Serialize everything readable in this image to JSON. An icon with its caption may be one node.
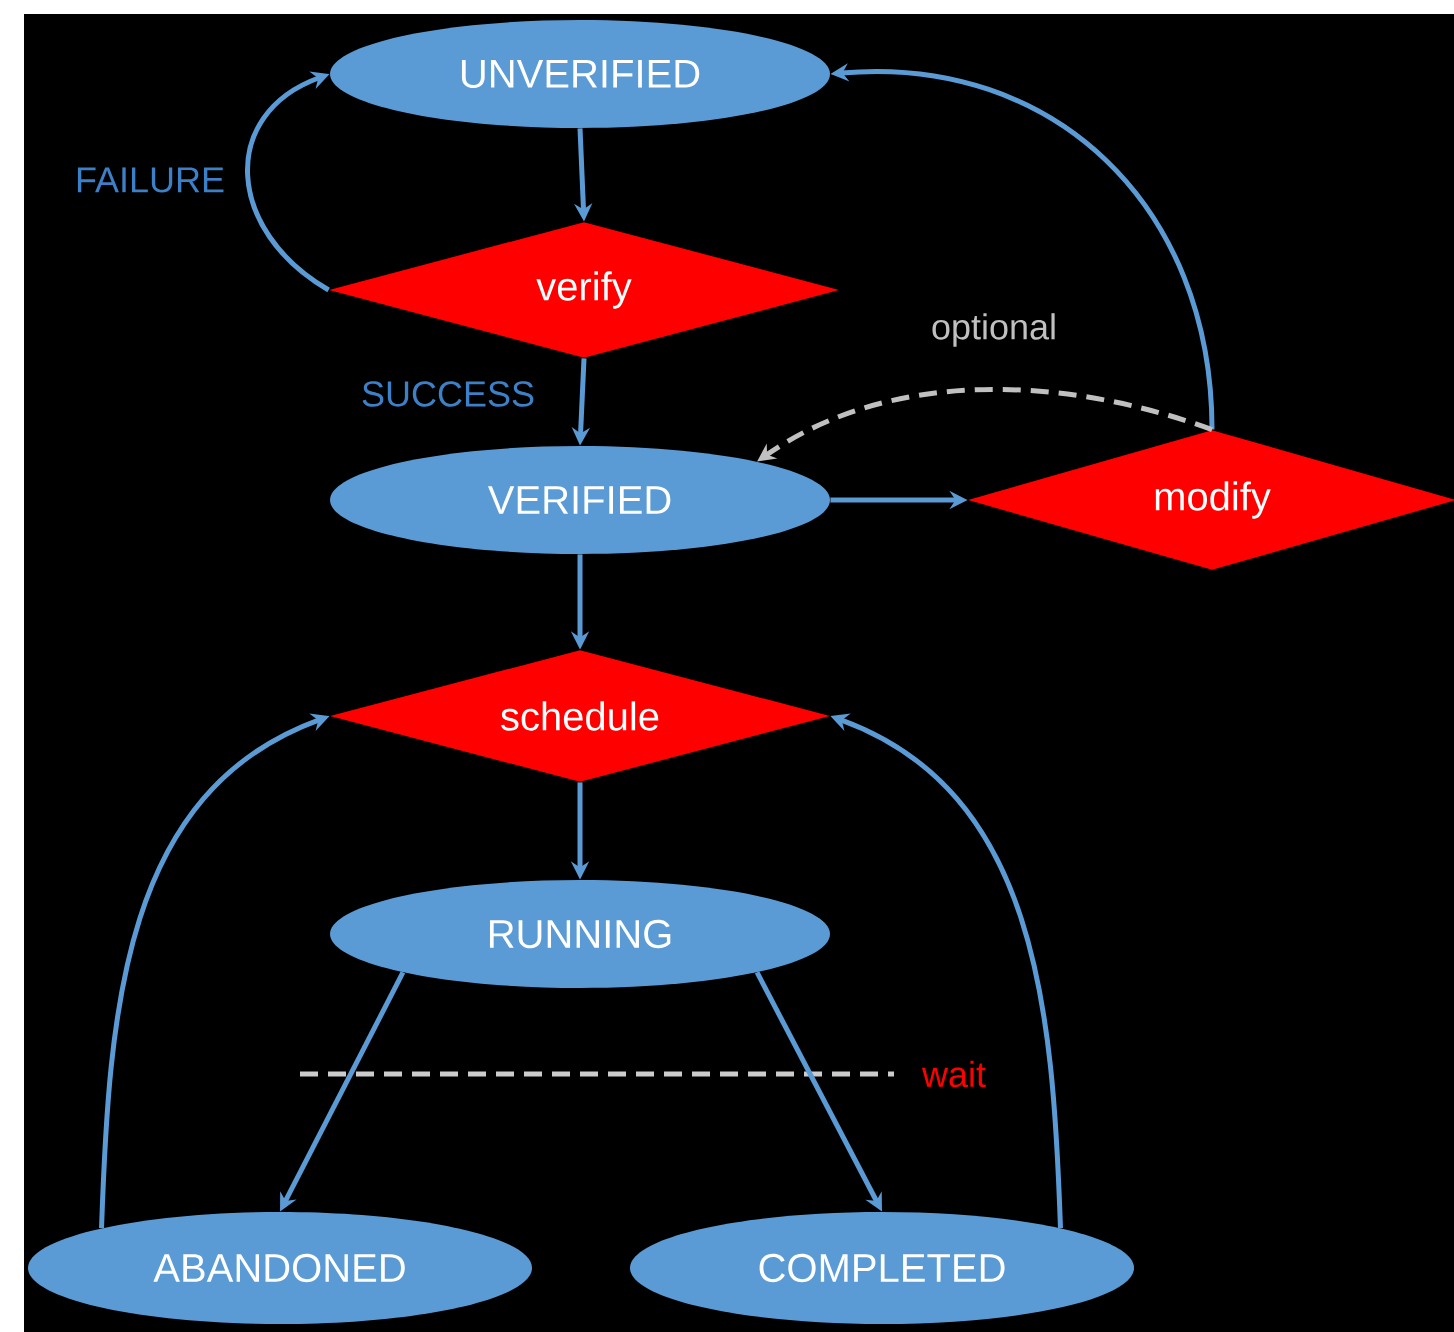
{
  "diagram": {
    "nodes": [
      {
        "text": [
          "UNVERIFIED"
        ]
      },
      {
        "text": [
          "verify"
        ]
      },
      {
        "text": [
          "VERIFIED"
        ]
      },
      {
        "text": [
          "modify"
        ]
      },
      {
        "text": [
          "schedule"
        ]
      },
      {
        "text": [
          "RUNNING"
        ]
      },
      {
        "text": [
          "ABANDONED"
        ]
      },
      {
        "text": [
          "COMPLETED"
        ]
      }
    ],
    "edges": [
      {
        "from": 0,
        "to": 1,
        "arrow": "to"
      },
      {
        "from": 1,
        "to": 0,
        "arrow": "to",
        "label": "FAILURE"
      },
      {
        "from": 1,
        "to": 2,
        "arrow": "to",
        "label": "SUCCESS"
      },
      {
        "from": 2,
        "to": 3,
        "arrow": "to"
      },
      {
        "from": 3,
        "to": 0,
        "arrow": "to"
      },
      {
        "from": 3,
        "to": 2,
        "arrow": "to",
        "label": "optional",
        "style": "dashed",
        "color": "#c0c0c0"
      },
      {
        "from": 2,
        "to": 4,
        "arrow": "to"
      },
      {
        "from": 4,
        "to": 5,
        "arrow": "to"
      },
      {
        "from": 5,
        "to": 6,
        "arrow": "to"
      },
      {
        "from": 5,
        "to": 7,
        "arrow": "to"
      },
      {
        "from": 6,
        "to": 4,
        "arrow": "to"
      },
      {
        "from": 7,
        "to": 4,
        "arrow": "to"
      }
    ],
    "labels": [
      "wait"
    ]
  }
}
